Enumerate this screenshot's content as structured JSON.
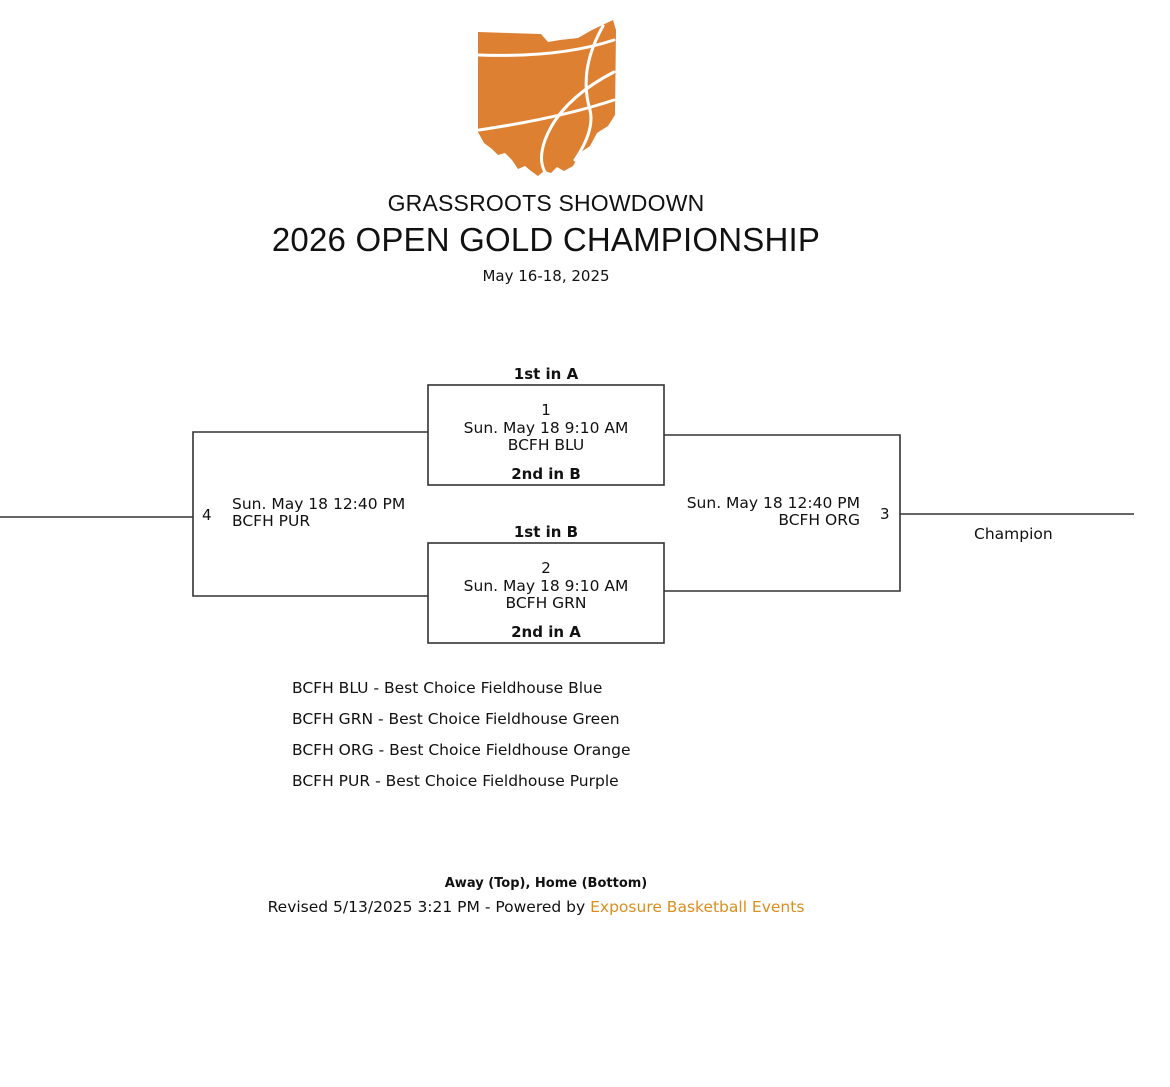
{
  "brand": {
    "logo_icon": "ohio-basketball-logo-icon",
    "logo_color": "#de8032",
    "link_color": "#d98f1e"
  },
  "header": {
    "organizer": "GRASSROOTS SHOWDOWN",
    "event_title": "2026 OPEN GOLD CHAMPIONSHIP",
    "dates": "May 16-18, 2025"
  },
  "bracket": {
    "game1": {
      "number": "1",
      "time": "Sun. May 18 9:10 AM",
      "court": "BCFH BLU",
      "top_seed": "1st in A",
      "bottom_seed": "2nd in B"
    },
    "game2": {
      "number": "2",
      "time": "Sun. May 18 9:10 AM",
      "court": "BCFH GRN",
      "top_seed": "1st in B",
      "bottom_seed": "2nd in A"
    },
    "game4": {
      "number": "4",
      "time": "Sun. May 18 12:40 PM",
      "court": "BCFH PUR"
    },
    "game3": {
      "number": "3",
      "time": "Sun. May 18 12:40 PM",
      "court": "BCFH ORG"
    },
    "champion_label": "Champion"
  },
  "legend": [
    "BCFH BLU - Best Choice Fieldhouse Blue",
    "BCFH GRN - Best Choice Fieldhouse Green",
    "BCFH ORG - Best Choice Fieldhouse Orange",
    "BCFH PUR - Best Choice Fieldhouse Purple"
  ],
  "footer": {
    "note": "Away (Top), Home (Bottom)",
    "revised": "Revised 5/13/2025 3:21 PM - Powered by ",
    "powered_by_link": "Exposure Basketball Events"
  }
}
